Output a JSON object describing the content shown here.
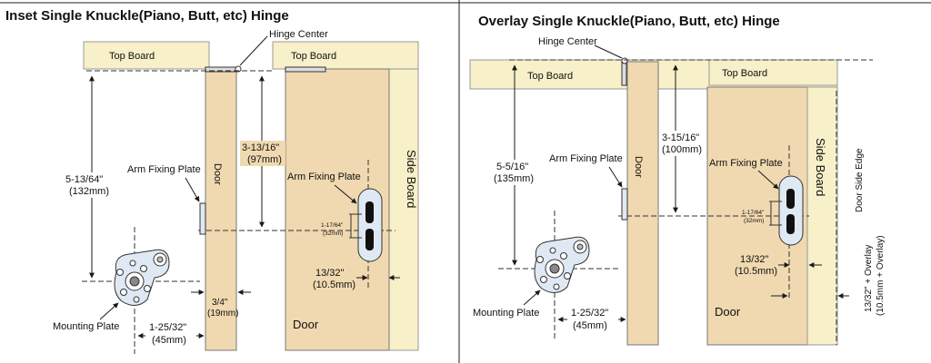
{
  "colors": {
    "board": "#f7f0c8",
    "wood": "#f0d9b0",
    "line": "#1a1a1a",
    "plate": "#dfe9f3"
  },
  "left": {
    "title": "Inset Single Knuckle(Piano, Butt, etc) Hinge",
    "hinge_center": "Hinge Center",
    "top_board_a": "Top Board",
    "top_board_b": "Top Board",
    "door_vertical": "Door",
    "side_board": "Side Board",
    "arm_plate_1": "Arm Fixing Plate",
    "arm_plate_2": "Arm Fixing Plate",
    "mounting_plate": "Mounting Plate",
    "door_bottom": "Door",
    "dim_5_13_64": "5-13/64\"",
    "dim_132mm": "(132mm)",
    "dim_3_13_16": "3-13/16\"",
    "dim_97mm": "(97mm)",
    "dim_1_17_64": "1-17/64\"",
    "dim_32mm": "(32mm)",
    "dim_13_32": "13/32\"",
    "dim_10_5mm": "(10.5mm)",
    "dim_3_4": "3/4\"",
    "dim_19mm": "(19mm)",
    "dim_1_25_32": "1-25/32\"",
    "dim_45mm": "(45mm)"
  },
  "right": {
    "title": "Overlay Single Knuckle(Piano, Butt, etc) Hinge",
    "hinge_center": "Hinge Center",
    "top_board_a": "Top Board",
    "top_board_b": "Top Board",
    "door_vertical": "Door",
    "side_board": "Side Board",
    "door_side_edge": "Door Side Edge",
    "arm_plate_1": "Arm Fixing Plate",
    "arm_plate_2": "Arm Fixing Plate",
    "mounting_plate": "Mounting Plate",
    "door_bottom": "Door",
    "dim_5_5_16": "5-5/16\"",
    "dim_135mm": "(135mm)",
    "dim_3_15_16": "3-15/16\"",
    "dim_100mm": "(100mm)",
    "dim_1_17_64": "1-17/64\"",
    "dim_32mm": "(32mm)",
    "dim_13_32": "13/32\"",
    "dim_10_5mm": "(10.5mm)",
    "dim_overlay": "13/32\" + Overlay",
    "dim_overlay_mm": "(10.5mm + Overlay)",
    "dim_1_25_32": "1-25/32\"",
    "dim_45mm": "(45mm)"
  }
}
